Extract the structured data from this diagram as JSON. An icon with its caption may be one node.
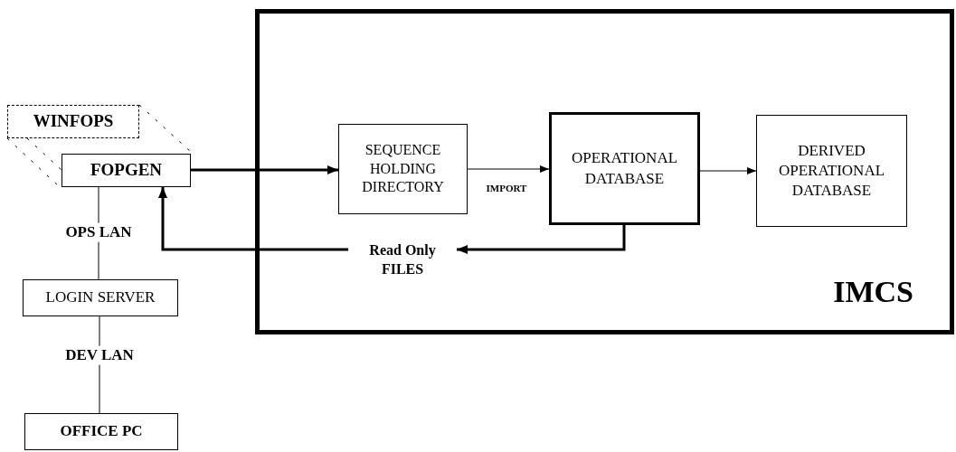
{
  "diagram": {
    "nodes": [
      {
        "text": [
          "IMCS"
        ]
      },
      {
        "text": [
          "SEQUENCE HOLDING DIRECTORY"
        ],
        "in": 0
      },
      {
        "text": [
          "OPERATIONAL DATABASE"
        ],
        "in": 0
      },
      {
        "text": [
          "DERIVED OPERATIONAL DATABASE"
        ],
        "in": 0
      },
      {
        "text": [
          "WINFOPS"
        ]
      },
      {
        "text": [
          "FOPGEN"
        ]
      },
      {
        "text": [
          "Read Only FILES"
        ],
        "in": 0
      },
      {
        "text": [
          "LOGIN SERVER"
        ]
      },
      {
        "text": [
          "OFFICE PC"
        ]
      }
    ],
    "edges": [
      {
        "from": 5,
        "to": 1,
        "arrow": "to",
        "style": "thick"
      },
      {
        "from": 1,
        "to": 2,
        "arrow": "to",
        "label": "IMPORT"
      },
      {
        "from": 2,
        "to": 3,
        "arrow": "to"
      },
      {
        "from": 2,
        "to": 6,
        "arrow": "to",
        "style": "thick"
      },
      {
        "from": 6,
        "to": 5,
        "arrow": "to",
        "style": "thick"
      },
      {
        "from": 5,
        "to": 7,
        "arrow": "none",
        "label": "OPS LAN"
      },
      {
        "from": 7,
        "to": 8,
        "arrow": "none",
        "label": "DEV LAN"
      }
    ]
  }
}
